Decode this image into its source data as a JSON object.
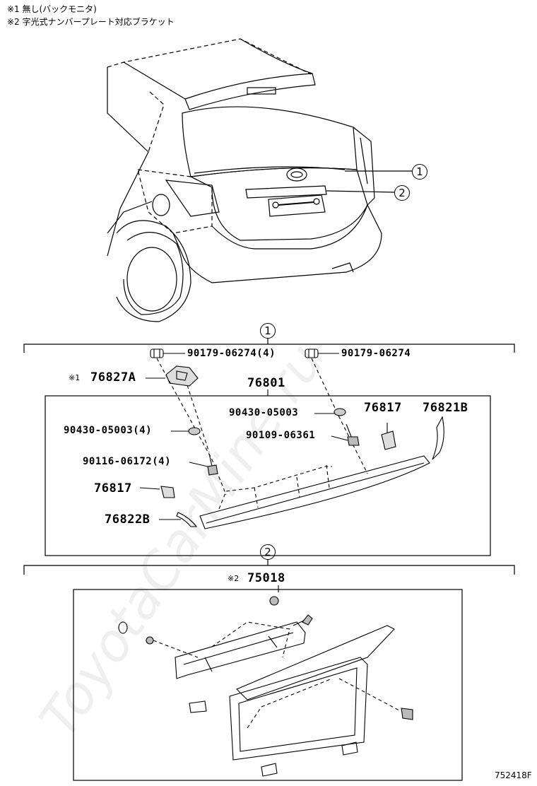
{
  "notes": [
    "※1 無し(バックモニタ)",
    "※2 字光式ナンバープレート対応ブラケット"
  ],
  "callouts": {
    "one": "1",
    "two": "2"
  },
  "section1": {
    "marker": "1",
    "assembly_number": "76801",
    "parts": {
      "clip_a": "90179-06274(4)",
      "clip_b": "90179-06274",
      "cover_note": "※1",
      "cover": "76827A",
      "washer_b": "90430-05003",
      "bracket_right": "76817",
      "end_right": "76821B",
      "washer_a": "90430-05003(4)",
      "screw": "90109-06361",
      "stud": "90116-06172(4)",
      "bracket_left": "76817",
      "end_left": "76822B"
    }
  },
  "section2": {
    "marker": "2",
    "note": "※2",
    "part": "75018"
  },
  "watermark": "ToyotaCarMine.ru",
  "diagram_id": "752418F"
}
